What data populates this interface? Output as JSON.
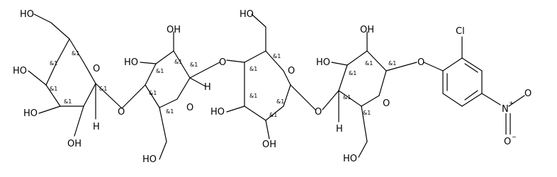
{
  "molecule": {
    "atoms": {
      "ho_r1_ch2": "HO",
      "ho_r1_c4": "HO",
      "ho_r1_c3": "HO",
      "oh_r1_c2": "OH",
      "o_r1_ring": "O",
      "h_r1_c1": "H",
      "o_link_12": "O",
      "oh_r2_c2": "OH",
      "ho_r2_c3": "HO",
      "o_r2_ring": "O",
      "h_r2_c1": "H",
      "oh_r2_ch2": "HO",
      "o_link_23": "O",
      "ho_r3_ch2": "HO",
      "o_r3_ring": "O",
      "ho_r3_c3": "HO",
      "oh_r3_c2": "OH",
      "o_link_34": "O",
      "oh_r4_c2": "OH",
      "ho_r4_c3": "HO",
      "o_r4_ring": "O",
      "h_r4_c4": "H",
      "ho_r4_ch2": "HO",
      "o_link_ph": "O",
      "cl": "Cl",
      "n_nitro": "N",
      "o_nitro_up": "O",
      "o_nitro_down": "O",
      "plus": "+",
      "minus": "−"
    },
    "stereo_label": "&1"
  }
}
